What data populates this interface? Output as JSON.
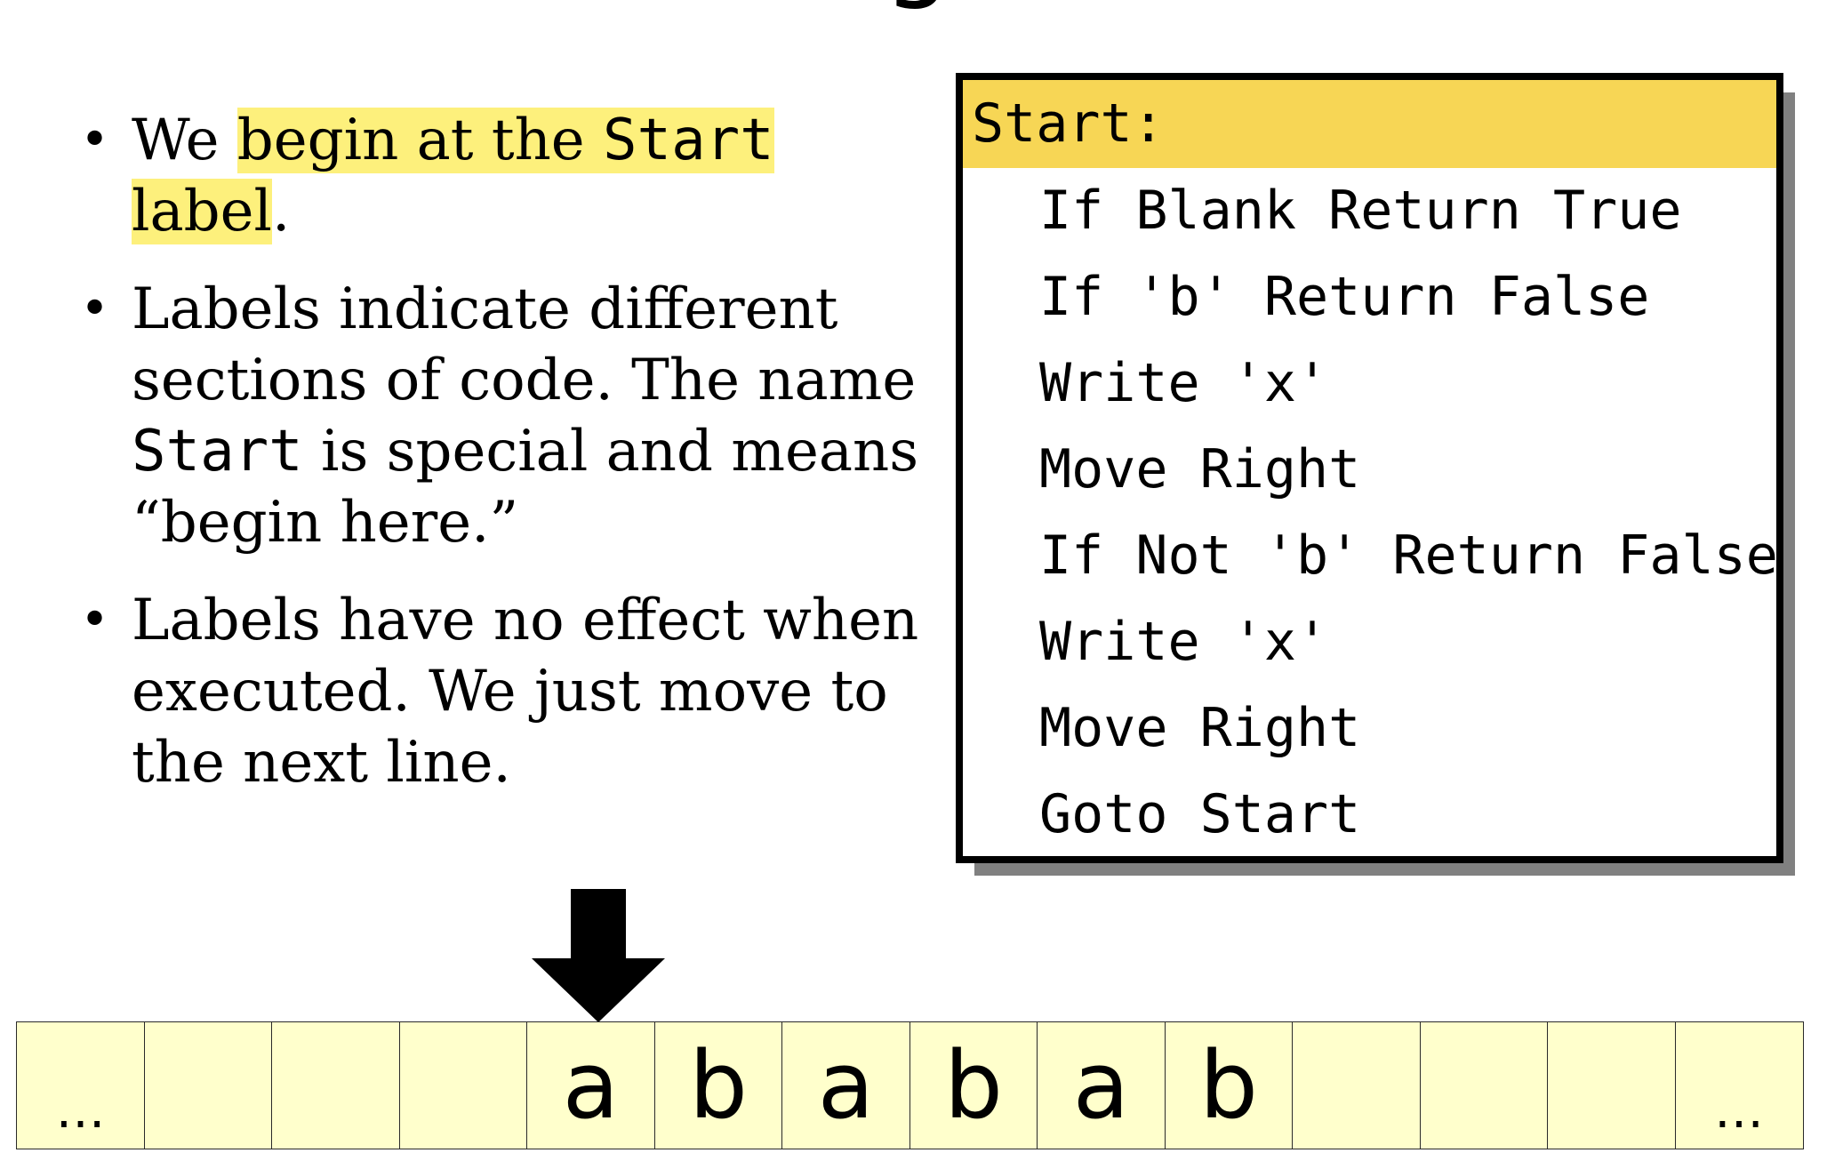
{
  "title": "g",
  "bullets": [
    {
      "parts": [
        {
          "text": "We ",
          "style": "plain"
        },
        {
          "text": "begin at the ",
          "style": "highlight"
        },
        {
          "text": "Start",
          "style": "highlight-mono"
        },
        {
          "text": " label",
          "style": "highlight"
        },
        {
          "text": ".",
          "style": "plain"
        }
      ]
    },
    {
      "parts": [
        {
          "text": "Labels indicate different sections of code. The name ",
          "style": "plain"
        },
        {
          "text": "Start",
          "style": "mono"
        },
        {
          "text": " is special and means “begin here.”",
          "style": "plain"
        }
      ]
    },
    {
      "parts": [
        {
          "text": "Labels have no effect when executed. We just move to the next line.",
          "style": "plain"
        }
      ]
    }
  ],
  "code_panel": {
    "label": "Start:",
    "lines": [
      "If Blank Return True",
      "If 'b' Return False",
      "Write 'x'",
      "Move Right",
      "If Not 'b' Return False",
      "Write 'x'",
      "Move Right",
      "Goto Start"
    ]
  },
  "tape": {
    "cells": [
      "…",
      "",
      "",
      "",
      "a",
      "b",
      "a",
      "b",
      "a",
      "b",
      "",
      "",
      "",
      "…"
    ],
    "head_index": 4
  },
  "colors": {
    "highlight": "#fdf07c",
    "label_bar": "#f7d655",
    "tape_cell": "#ffffcc",
    "panel_shadow": "#808080"
  },
  "icons": {
    "tape_head": "down-arrow-icon"
  }
}
